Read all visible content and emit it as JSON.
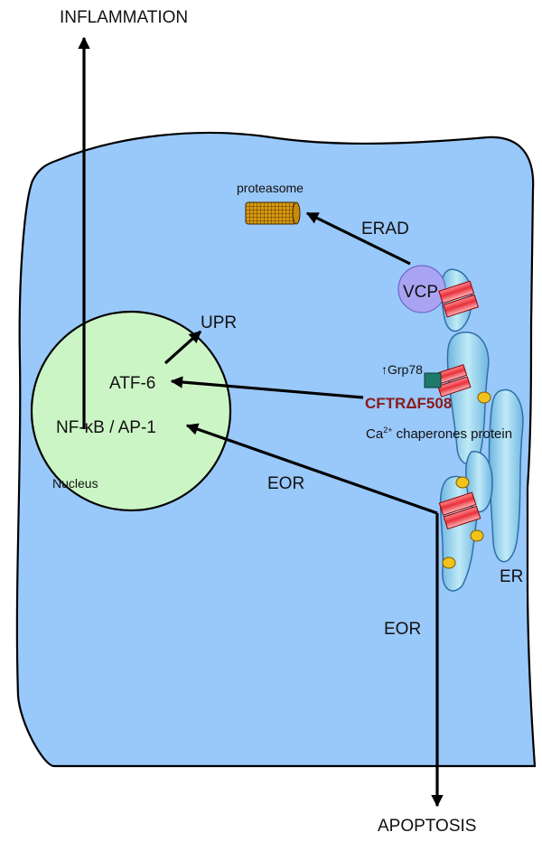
{
  "labels": {
    "inflammation": "INFLAMMATION",
    "apoptosis": "APOPTOSIS",
    "proteasome": "proteasome",
    "erad": "ERAD",
    "vcp": "VCP",
    "upr": "UPR",
    "atf6": "ATF-6",
    "nfkb": "NF-κB / AP-1",
    "nucleus": "Nucleus",
    "eor_upper": "EOR",
    "eor_lower": "EOR",
    "grp78": "↑Grp78",
    "cftr": "CFTRΔF508",
    "ca": "Ca",
    "ca_sup": "2+",
    "chaperones": " chaperones protein",
    "er": "ER"
  },
  "colors": {
    "cell_fill": "#99c8fa",
    "nucleus_fill": "#ccf5c5",
    "vcp_fill": "#a9a4f2",
    "cftr_text": "#8b1a1a",
    "er_fill": "#9fdcf0",
    "protein_red": "#e8303a",
    "grp78_teal": "#1e7a6a",
    "calcium_yellow": "#f2c21a"
  }
}
